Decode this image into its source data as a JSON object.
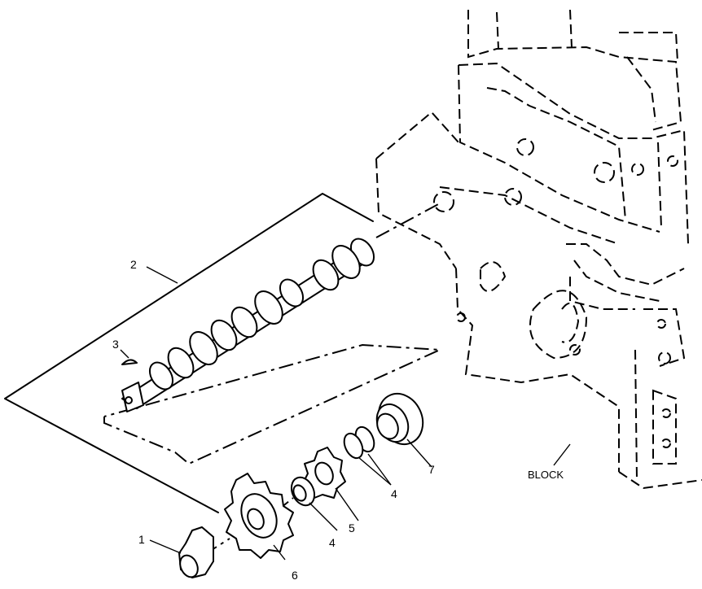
{
  "diagram": {
    "title": "Camshaft assembly exploded view",
    "labels": {
      "block": "BLOCK",
      "callout_1": "1",
      "callout_2": "2",
      "callout_3": "3",
      "callout_4a": "4",
      "callout_4b": "4",
      "callout_5": "5",
      "callout_6": "6",
      "callout_7": "7"
    }
  },
  "colors": {
    "ink": "#000000",
    "paper": "#ffffff"
  }
}
